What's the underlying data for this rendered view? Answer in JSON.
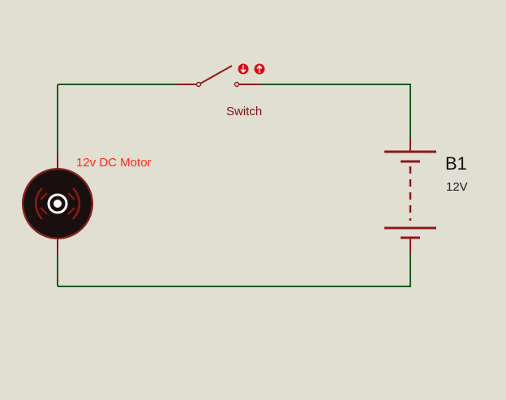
{
  "colors": {
    "background": "#e0dfd1",
    "wire": "#1f5a1f",
    "component": "#8b1a1a",
    "motor_body": "#1a0f0f",
    "motor_label": "#ff2a1a",
    "terminal": "#d40f0f",
    "component_label": "#7a1414",
    "battery_name": "#111111",
    "battery_value": "#222222"
  },
  "components": {
    "motor": {
      "label": "12v DC Motor",
      "icon": "dc-motor-icon"
    },
    "switch": {
      "label": "Switch",
      "icon": "spst-switch-icon",
      "button_icon_on": "arrow-down-icon",
      "button_icon_off": "arrow-up-icon"
    },
    "battery": {
      "name": "B1",
      "value": "12V",
      "icon": "battery-icon"
    }
  }
}
